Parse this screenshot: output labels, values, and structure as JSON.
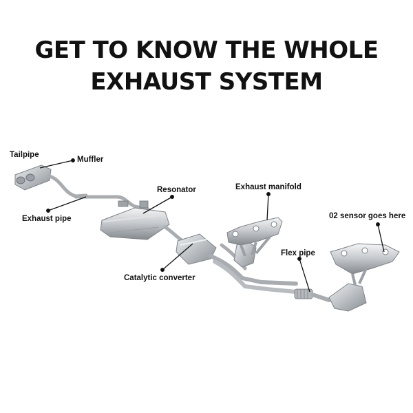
{
  "title": {
    "line1": "GET TO KNOW THE WHOLE",
    "line2": "EXHAUST SYSTEM"
  },
  "labels": {
    "tailpipe": "Tailpipe",
    "muffler": "Muffler",
    "exhaust_pipe": "Exhaust pipe",
    "resonator": "Resonator",
    "exhaust_manifold": "Exhaust manifold",
    "o2_sensor": "02 sensor goes here",
    "flex_pipe": "Flex pipe",
    "catalytic_converter": "Catalytic converter"
  },
  "colors": {
    "text": "#111111",
    "metal_light": "#e6e8ea",
    "metal_mid": "#b9bdc1",
    "metal_dark": "#7d8287",
    "leader": "#111111"
  }
}
